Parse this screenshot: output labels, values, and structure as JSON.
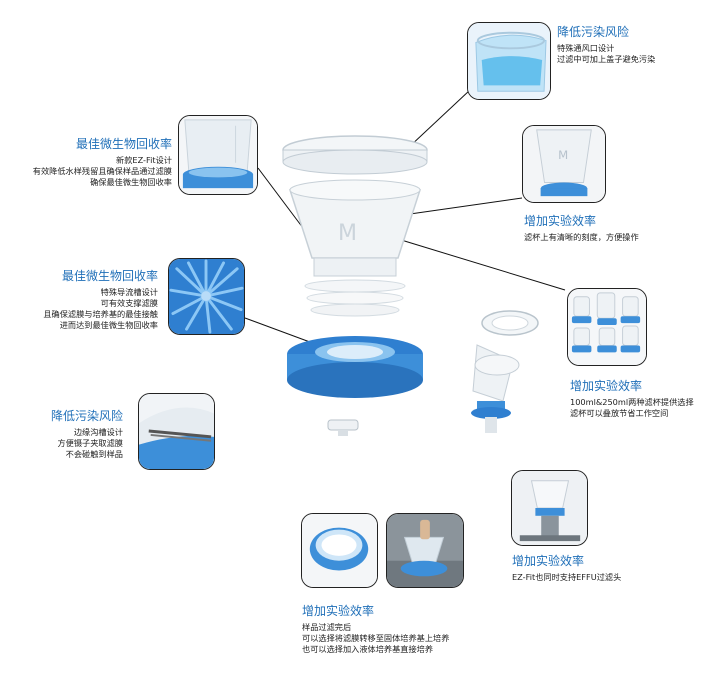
{
  "colors": {
    "accent": "#1f6fb8",
    "funnel_blue": "#3d8fd9",
    "text": "#222222"
  },
  "callouts": {
    "top_right": {
      "title": "降低污染风险",
      "lines": [
        "特殊通风口设计",
        "过滤中可加上盖子避免污染"
      ]
    },
    "upper_left": {
      "title": "最佳微生物回收率",
      "lines": [
        "新款EZ-Fit设计",
        "有效降低水样残留且确保样品通过滤膜",
        "确保最佳微生物回收率"
      ]
    },
    "right_mid": {
      "title": "增加实验效率",
      "lines": [
        "滤杯上有清晰的刻度，方便操作"
      ]
    },
    "left_mid": {
      "title": "最佳微生物回收率",
      "lines": [
        "特殊导流槽设计",
        "可有效支撑滤膜",
        "且确保滤膜与培养基的最佳接触",
        "进而达到最佳微生物回收率"
      ]
    },
    "right_lower": {
      "title": "增加实验效率",
      "lines": [
        "100ml&250ml两种滤杯提供选择",
        "滤杯可以叠放节省工作空间"
      ]
    },
    "left_lower": {
      "title": "降低污染风险",
      "lines": [
        "边缘沟槽设计",
        "方便镊子夹取滤膜",
        "不会碰触到样品"
      ]
    },
    "right_bottom": {
      "title": "增加实验效率",
      "lines": [
        "EZ-Fit也同时支持EFFU过滤头"
      ]
    },
    "bottom": {
      "title": "增加实验效率",
      "lines": [
        "样品过滤完后",
        "可以选择将滤膜转移至固体培养基上培养",
        "也可以选择加入液体培养基直接培养"
      ]
    }
  },
  "icons": {
    "thumb_funnel_top": "funnel-vent-photo",
    "thumb_funnel_base": "funnel-base-photo",
    "thumb_scale": "graduated-cup-photo",
    "thumb_grooves": "support-grooves-closeup",
    "thumb_stack": "stacked-funnels-photo",
    "thumb_tweezers": "tweezers-edge-photo",
    "thumb_effu": "effu-head-photo",
    "thumb_dish": "filter-dish-photo",
    "thumb_media": "media-transfer-photo"
  }
}
